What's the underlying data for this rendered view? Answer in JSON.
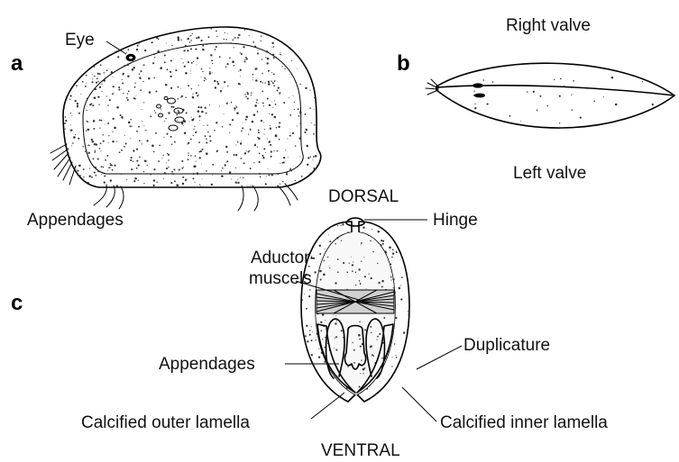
{
  "panels": {
    "a": {
      "letter": "a",
      "labels": {
        "eye": "Eye",
        "appendages": "Appendages"
      }
    },
    "b": {
      "letter": "b",
      "labels": {
        "right_valve": "Right valve",
        "left_valve": "Left valve"
      }
    },
    "c": {
      "letter": "c",
      "labels": {
        "dorsal": "DORSAL",
        "hinge": "Hinge",
        "adductor_line1": "Aductor-",
        "adductor_line2": "muscels",
        "duplicature": "Duplicature",
        "appendages": "Appendages",
        "calcified_outer": "Calcified outer lamella",
        "calcified_inner": "Calcified inner lamella",
        "ventral": "VENTRAL"
      }
    }
  },
  "colors": {
    "ink": "#000000",
    "shell_fill": "#f6f6f6",
    "lamella_fill": "#e4e4e4"
  }
}
